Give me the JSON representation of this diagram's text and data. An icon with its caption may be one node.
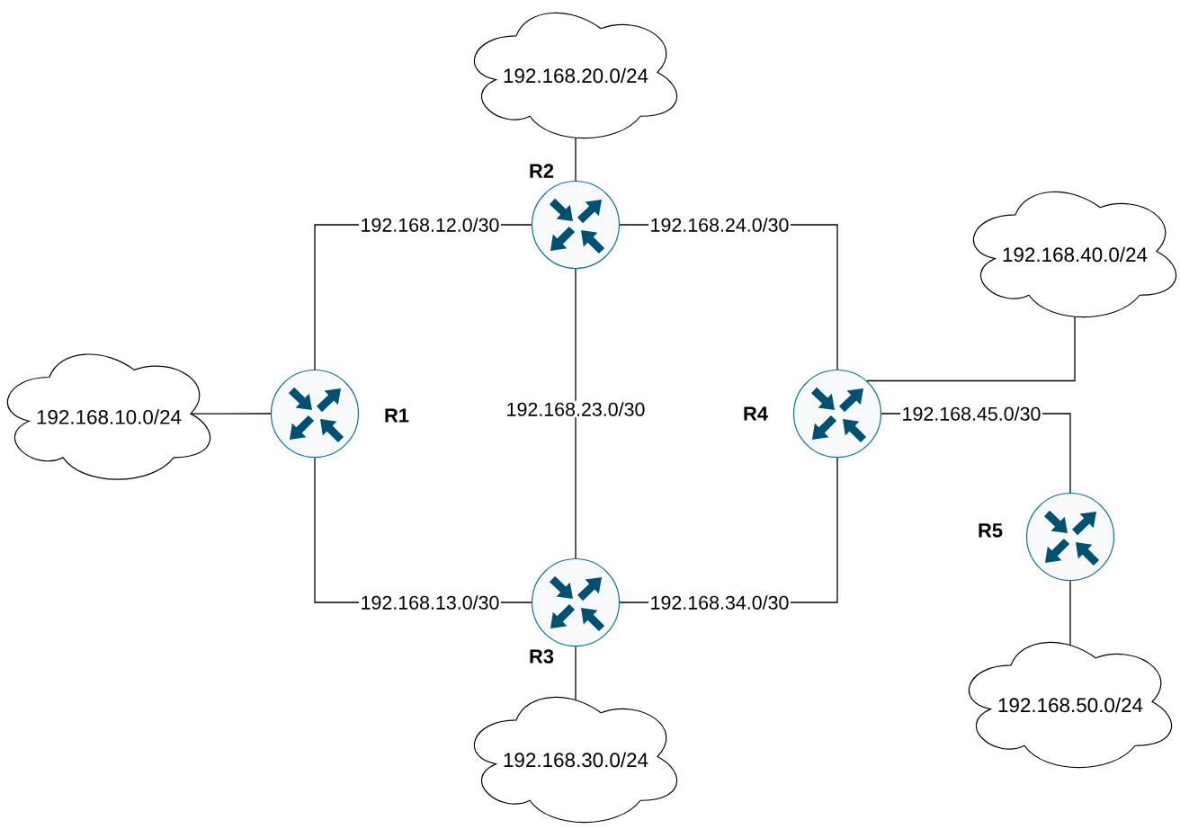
{
  "diagram": {
    "nodes": [
      {
        "text": [
          "192.168.20.0/24"
        ]
      },
      {
        "text": [
          "R2"
        ]
      },
      {
        "text": [
          "192.168.40.0/24"
        ]
      },
      {
        "text": [
          "192.168.10.0/24"
        ]
      },
      {
        "text": [
          "R1"
        ]
      },
      {
        "text": [
          "R4"
        ]
      },
      {
        "text": [
          "R5"
        ]
      },
      {
        "text": [
          "R3"
        ]
      },
      {
        "text": [
          "192.168.30.0/24"
        ]
      },
      {
        "text": [
          "192.168.50.0/24"
        ]
      }
    ],
    "edges": [
      {
        "from": 4,
        "to": 1,
        "arrow": "none",
        "label": "192.168.12.0/30"
      },
      {
        "from": 1,
        "to": 5,
        "arrow": "none",
        "label": "192.168.24.0/30"
      },
      {
        "from": 1,
        "to": 7,
        "arrow": "none",
        "label": "192.168.23.0/30"
      },
      {
        "from": 4,
        "to": 7,
        "arrow": "none",
        "label": "192.168.13.0/30"
      },
      {
        "from": 7,
        "to": 5,
        "arrow": "none",
        "label": "192.168.34.0/30"
      },
      {
        "from": 5,
        "to": 6,
        "arrow": "none",
        "label": "192.168.45.0/30"
      },
      {
        "from": 3,
        "to": 4,
        "arrow": "none"
      },
      {
        "from": 0,
        "to": 1,
        "arrow": "none"
      },
      {
        "from": 7,
        "to": 8,
        "arrow": "none"
      },
      {
        "from": 5,
        "to": 2,
        "arrow": "none"
      },
      {
        "from": 6,
        "to": 9,
        "arrow": "none"
      }
    ]
  }
}
